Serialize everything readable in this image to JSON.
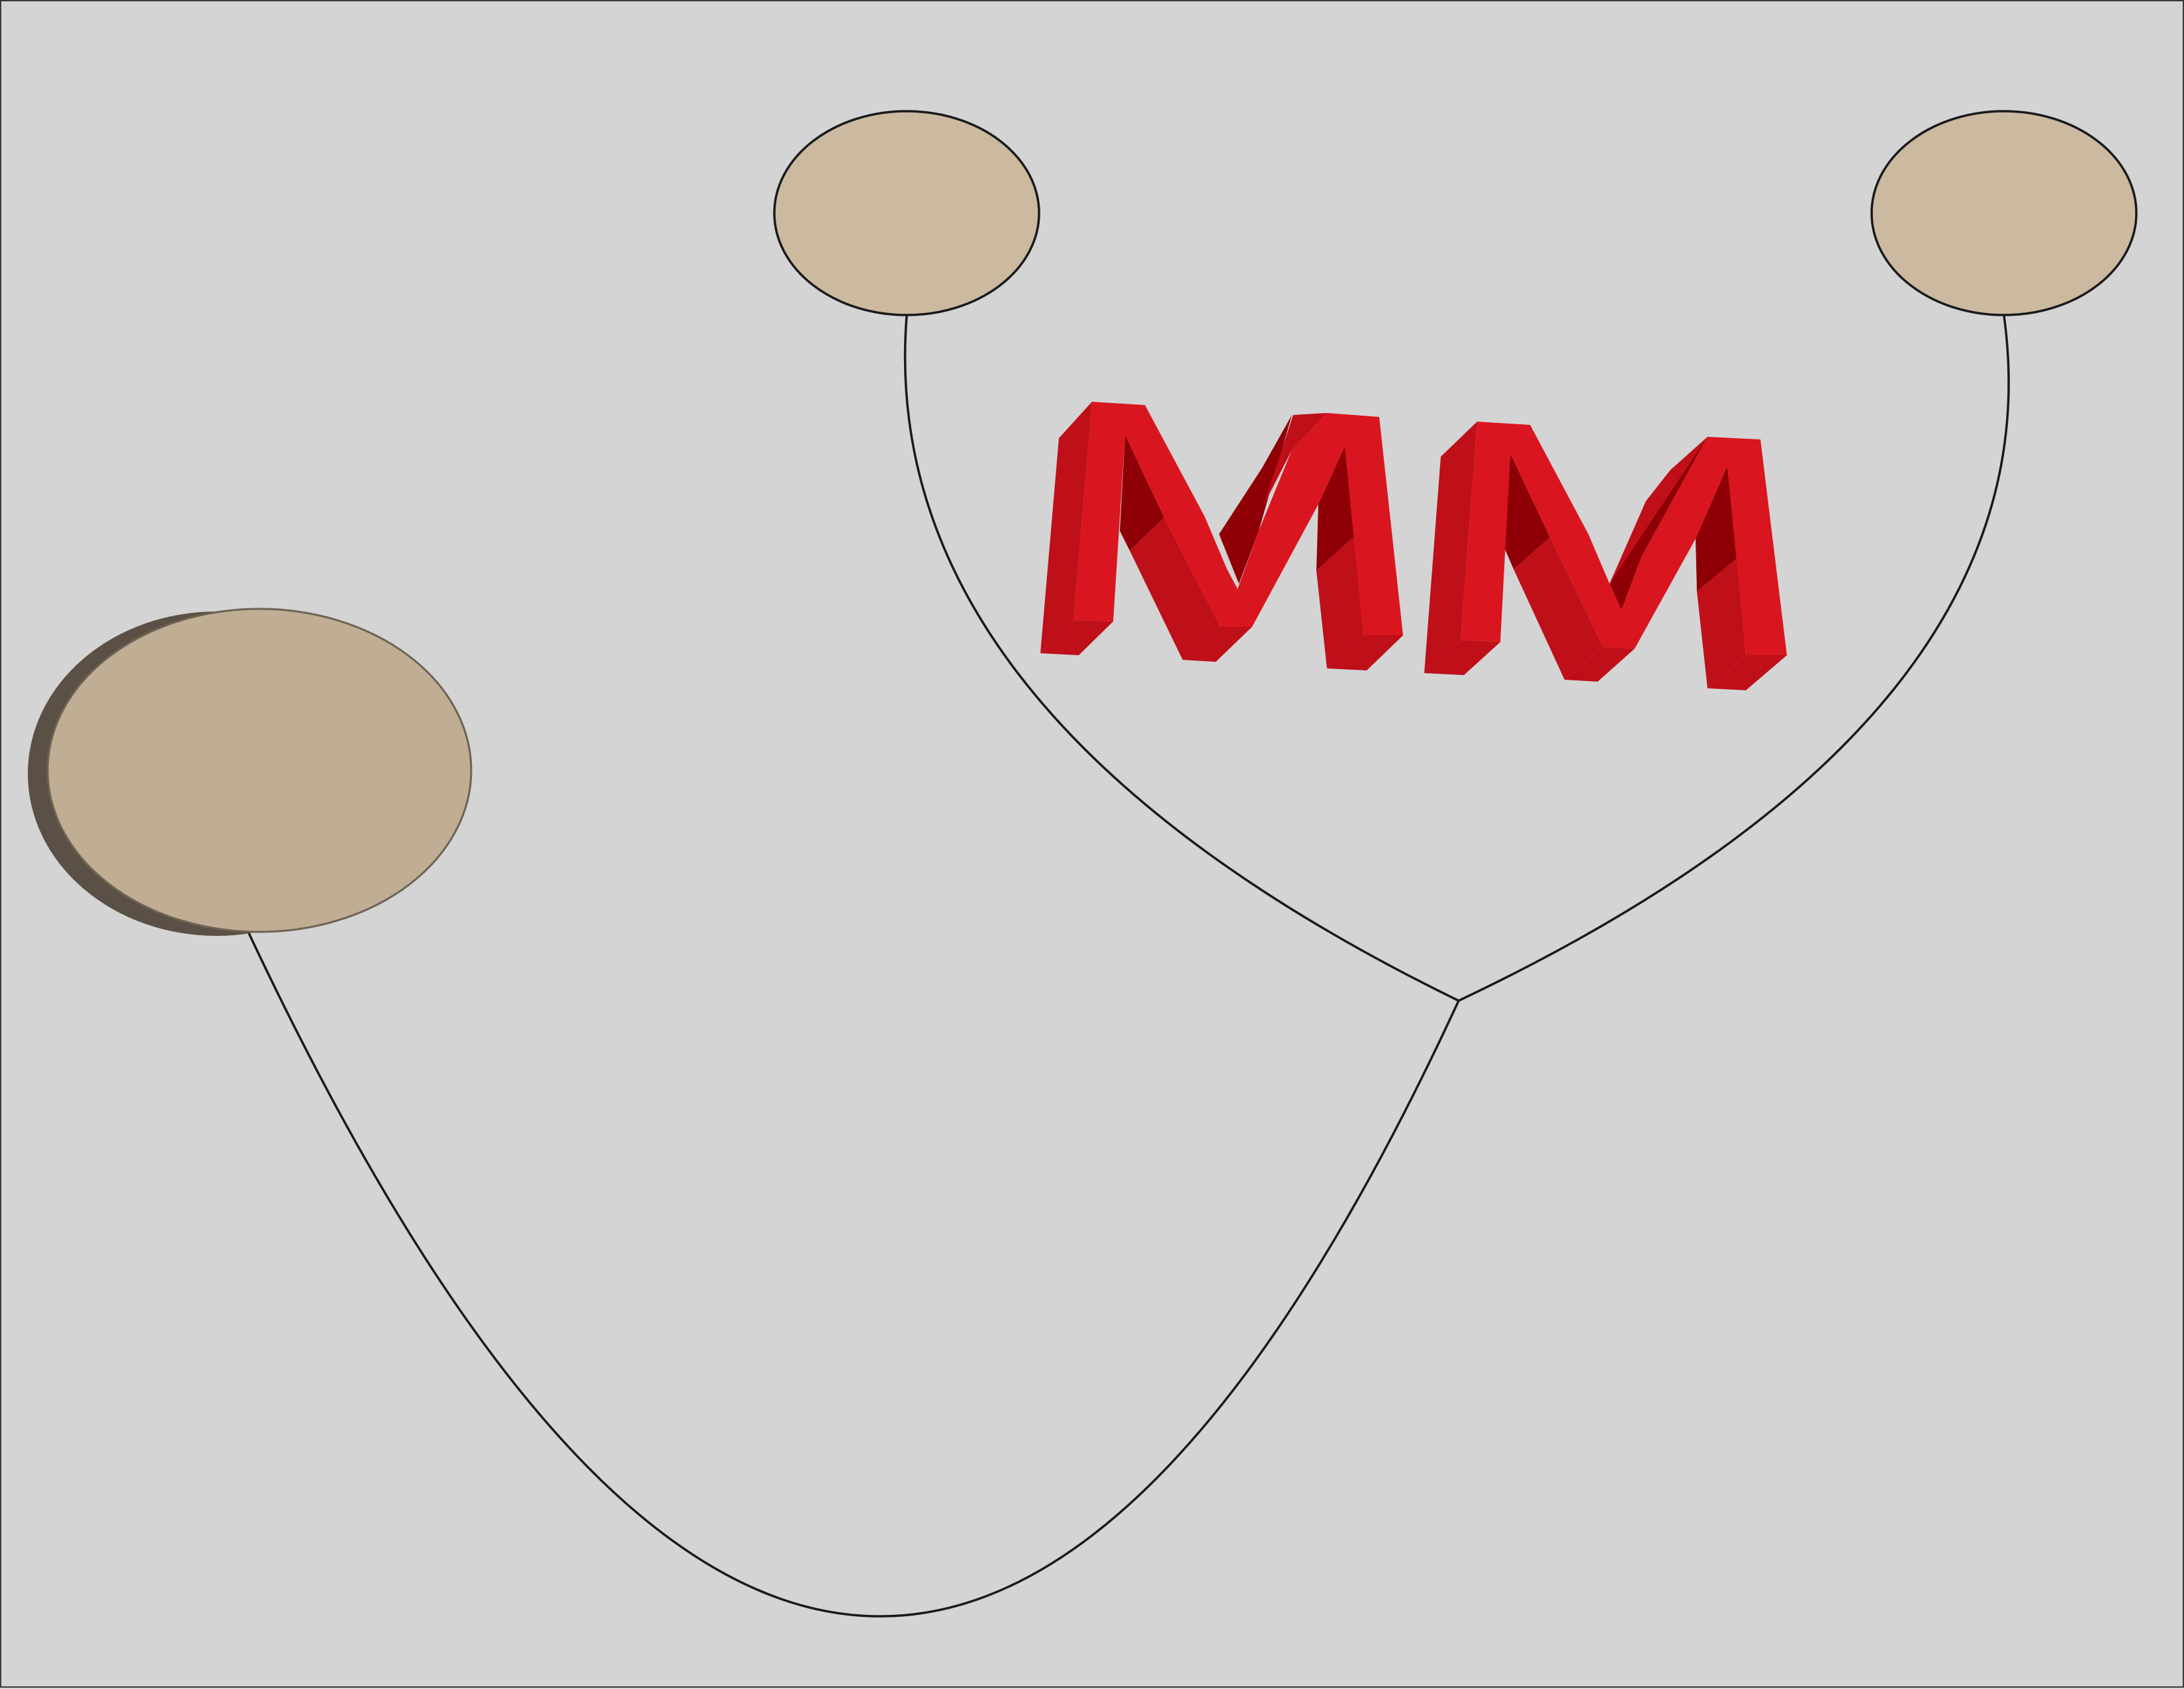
{
  "diagram": {
    "background_color": "#d4d4d4",
    "border_color": "#3a3a3a",
    "line_color": "#1a1a1a",
    "node_fill_color": "#cbb9a0",
    "selected_node_fill_color": "#bfae94",
    "selected_node_shadow_color": "#5a5045",
    "selected_node_stroke_color": "#6e6254",
    "wordart_front_color": "#d9161f",
    "wordart_side_color": "#bf0f19",
    "wordart_shadow_color": "#8e0005",
    "nodes": [
      {
        "name": "top-center-node",
        "label": "",
        "selected": false
      },
      {
        "name": "top-right-node",
        "label": "",
        "selected": false
      },
      {
        "name": "left-node",
        "label": "",
        "selected": true
      }
    ],
    "wordart_text": "MM"
  }
}
